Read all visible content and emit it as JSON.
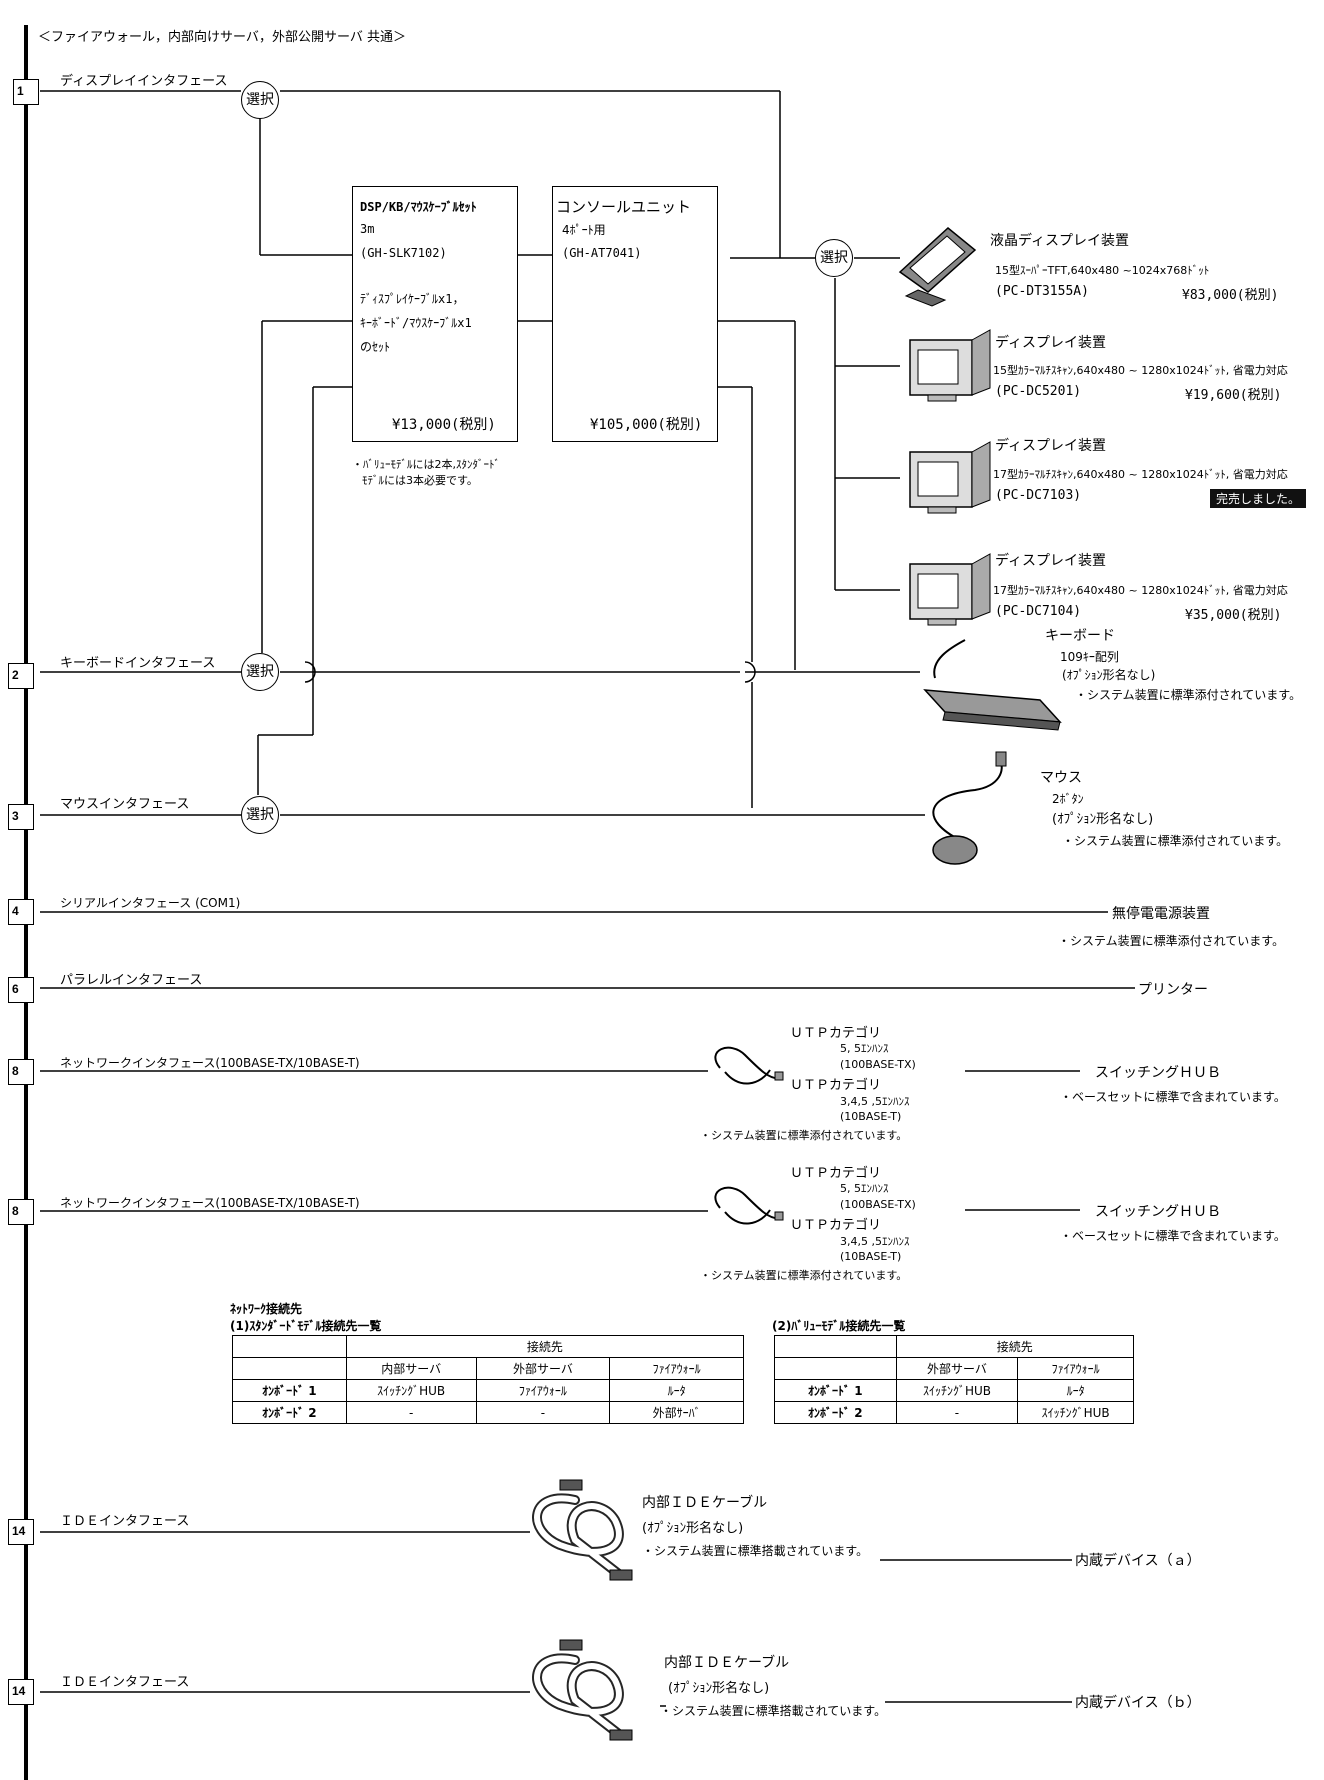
{
  "header": "＜ファイアウォール，内部向けサーバ，外部公開サーバ 共通＞",
  "select_label": "選択",
  "ports": {
    "display": {
      "num": "1",
      "label": "ディスプレイインタフェース"
    },
    "keyboard": {
      "num": "2",
      "label": "キーボードインタフェース"
    },
    "mouse": {
      "num": "3",
      "label": "マウスインタフェース"
    },
    "serial": {
      "num": "4",
      "label": "シリアルインタフェース (COM1)"
    },
    "parallel": {
      "num": "6",
      "label": "パラレルインタフェース"
    },
    "network1": {
      "num": "8",
      "label": "ネットワークインタフェース(100BASE-TX/10BASE-T)"
    },
    "network2": {
      "num": "8",
      "label": "ネットワークインタフェース(100BASE-TX/10BASE-T)"
    },
    "ide1": {
      "num": "14",
      "label": "ＩＤＥインタフェース"
    },
    "ide2": {
      "num": "14",
      "label": "ＩＤＥインタフェース"
    }
  },
  "cable_set": {
    "l1": "DSP/KB/ﾏｳｽｹｰﾌﾞﾙｾｯﾄ",
    "l2": "3m",
    "l3": "(GH-SLK7102)",
    "l4": "ﾃﾞｨｽﾌﾟﾚｲｹｰﾌﾞﾙx1，",
    "l5": "ｷｰﾎﾞｰﾄﾞ/ﾏｳｽｹｰﾌﾞﾙx1",
    "l6": "のｾｯﾄ",
    "price": "¥13,000(税別)",
    "note1": "・ﾊﾞﾘｭｰﾓﾃﾞﾙには2本,ｽﾀﾝﾀﾞｰﾄﾞ",
    "note2": "ﾓﾃﾞﾙには3本必要です。"
  },
  "console": {
    "l1": "コンソールユニット",
    "l2": "4ﾎﾟｰﾄ用",
    "l3": "(GH-AT7041)",
    "price": "¥105,000(税別)"
  },
  "displays": [
    {
      "name": "液晶ディスプレイ装置",
      "spec": "15型ｽｰﾊﾟｰTFT,640x480 ~1024x768ﾄﾞｯﾄ",
      "model": "(PC-DT3155A)",
      "price": "¥83,000(税別)"
    },
    {
      "name": "ディスプレイ装置",
      "spec": "15型ｶﾗｰﾏﾙﾁｽｷｬﾝ,640x480 ~ 1280x1024ﾄﾞｯﾄ, 省電力対応",
      "model": "(PC-DC5201)",
      "price": "¥19,600(税別)"
    },
    {
      "name": "ディスプレイ装置",
      "spec": "17型ｶﾗｰﾏﾙﾁｽｷｬﾝ,640x480 ~ 1280x1024ﾄﾞｯﾄ, 省電力対応",
      "model": "(PC-DC7103)",
      "price": "完売しました。"
    },
    {
      "name": "ディスプレイ装置",
      "spec": "17型ｶﾗｰﾏﾙﾁｽｷｬﾝ,640x480 ~ 1280x1024ﾄﾞｯﾄ, 省電力対応",
      "model": "(PC-DC7104)",
      "price": "¥35,000(税別)"
    }
  ],
  "keyboard": {
    "name": "キーボード",
    "l1": "109ｷｰ配列",
    "l2": "(ｵﾌﾟｼｮﾝ形名なし)",
    "note": "・システム装置に標準添付されています。"
  },
  "mouse": {
    "name": "マウス",
    "l1": "2ﾎﾞﾀﾝ",
    "l2": "(ｵﾌﾟｼｮﾝ形名なし)",
    "note": "・システム装置に標準添付されています。"
  },
  "ups": {
    "name": "無停電電源装置",
    "note": "・システム装置に標準添付されています。"
  },
  "printer": {
    "name": "プリンター"
  },
  "utp": {
    "cat1": "ＵＴＰカテゴリ",
    "cat1_sub": "5, 5ｴﾝﾊﾝｽ",
    "cat1_std": "(100BASE-TX)",
    "cat2": "ＵＴＰカテゴリ",
    "cat2_sub": "3,4,5 ,5ｴﾝﾊﾝｽ",
    "cat2_std": "(10BASE-T)",
    "note": "・システム装置に標準添付されています。",
    "hub": "スイッチングＨＵＢ",
    "hub_note": "・ベースセットに標準で含まれています。"
  },
  "network_tables": {
    "title": "ﾈｯﾄﾜｰｸ接続先",
    "std_title": "(1)ｽﾀﾝﾀﾞｰﾄﾞﾓﾃﾞﾙ接続先一覧",
    "val_title": "(2)ﾊﾞﾘｭｰﾓﾃﾞﾙ接続先一覧",
    "dest": "接続先",
    "std_cols": [
      "内部サーバ",
      "外部サーバ",
      "ﾌｧｲｱｳｫｰﾙ"
    ],
    "std_rows": [
      {
        "label": "ｵﾝﾎﾞｰﾄﾞ 1",
        "cells": [
          "ｽｲｯﾁﾝｸﾞHUB",
          "ﾌｧｲｱｳｫｰﾙ",
          "ﾙｰﾀ"
        ]
      },
      {
        "label": "ｵﾝﾎﾞｰﾄﾞ 2",
        "cells": [
          "-",
          "-",
          "外部ｻｰﾊﾞ"
        ]
      }
    ],
    "val_cols": [
      "外部サーバ",
      "ﾌｧｲｱｳｫｰﾙ"
    ],
    "val_rows": [
      {
        "label": "ｵﾝﾎﾞｰﾄﾞ 1",
        "cells": [
          "ｽｲｯﾁﾝｸﾞHUB",
          "ﾙｰﾀ"
        ]
      },
      {
        "label": "ｵﾝﾎﾞｰﾄﾞ 2",
        "cells": [
          "-",
          "ｽｲｯﾁﾝｸﾞHUB"
        ]
      }
    ]
  },
  "ide": [
    {
      "cable": "内部ＩＤＥケーブル",
      "sub": "(ｵﾌﾟｼｮﾝ形名なし)",
      "note": "・システム装置に標準搭載されています。",
      "device": "内蔵デバイス（ａ）"
    },
    {
      "cable": "内部ＩＤＥケーブル",
      "sub": "(ｵﾌﾟｼｮﾝ形名なし)",
      "note": "・システム装置に標準搭載されています。",
      "device": "内蔵デバイス（ｂ）"
    }
  ]
}
